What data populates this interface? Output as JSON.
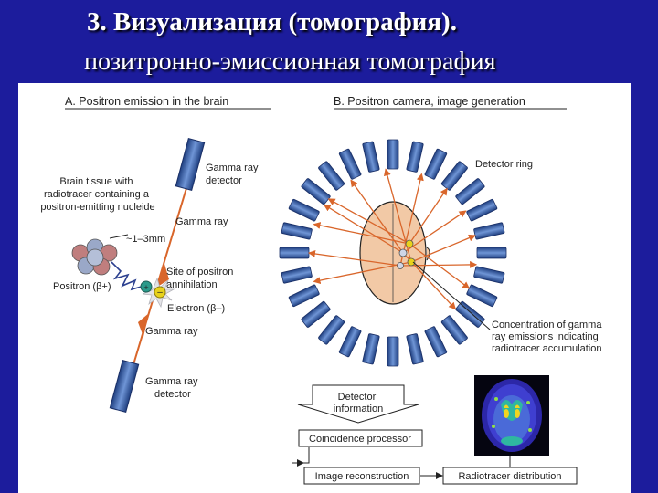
{
  "slide": {
    "title": "3. Визуализация (томография).",
    "subtitle": "позитронно-эмиссионная томография"
  },
  "panel_a": {
    "heading": "A. Positron emission in the brain",
    "detector_top": [
      "Gamma ray",
      "detector"
    ],
    "gamma_ray_top": "Gamma ray",
    "tissue": [
      "Brain tissue with",
      "radiotracer containing a",
      "positron-emitting nucleide"
    ],
    "range": "~1–3mm",
    "annihilation": [
      "Site of positron",
      "annihilation"
    ],
    "positron": "Positron (β+)",
    "electron": "Electron (β–)",
    "gamma_ray_bottom": "Gamma ray",
    "detector_bottom": [
      "Gamma ray",
      "detector"
    ]
  },
  "panel_b": {
    "heading": "B. Positron camera, image generation",
    "detector_ring": "Detector ring",
    "concentration": [
      "Concentration of gamma",
      "ray emissions indicating",
      "radiotracer accumulation"
    ],
    "detector_info": [
      "Detector",
      "information"
    ],
    "coincidence": "Coincidence processor",
    "reconstruction": "Image reconstruction",
    "distribution": "Radiotracer distribution"
  },
  "colors": {
    "background": "#1c1c9c",
    "detector_blue": "#3a63a8",
    "ray_orange": "#d9662b",
    "head_fill": "#f2c9a6",
    "positron_green": "#2a9a8a",
    "electron_yellow": "#e8d21c"
  }
}
